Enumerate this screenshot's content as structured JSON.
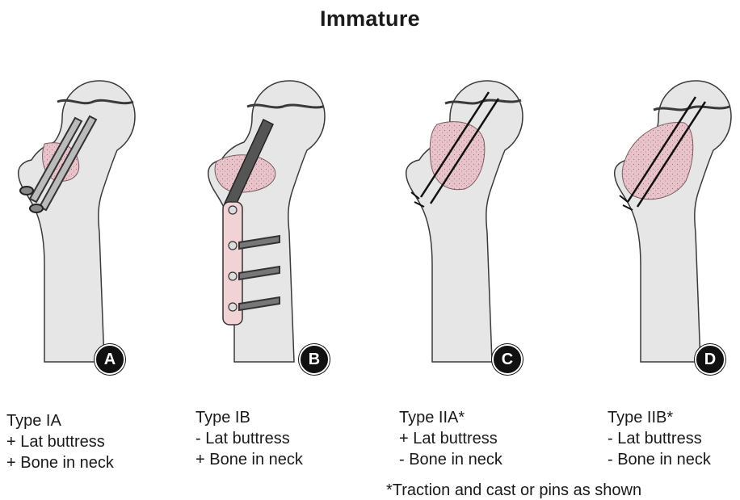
{
  "title": "Immature",
  "panels": [
    {
      "letter": "A",
      "type": "Type IA",
      "line1": "+ Lat buttress",
      "line2": "+ Bone in neck"
    },
    {
      "letter": "B",
      "type": "Type IB",
      "line1": "- Lat buttress",
      "line2": "+ Bone in neck"
    },
    {
      "letter": "C",
      "type": "Type IIA*",
      "line1": "+ Lat buttress",
      "line2": "- Bone in neck"
    },
    {
      "letter": "D",
      "type": "Type IIB*",
      "line1": "- Lat buttress",
      "line2": "- Bone in neck"
    }
  ],
  "footnote": "*Traction and cast or pins as shown",
  "colors": {
    "bone": "#e6e6e6",
    "lesion": "#e8c4ca",
    "plate": "#f1d3d6",
    "outline": "#3a3a3a",
    "badge": "#111111"
  }
}
